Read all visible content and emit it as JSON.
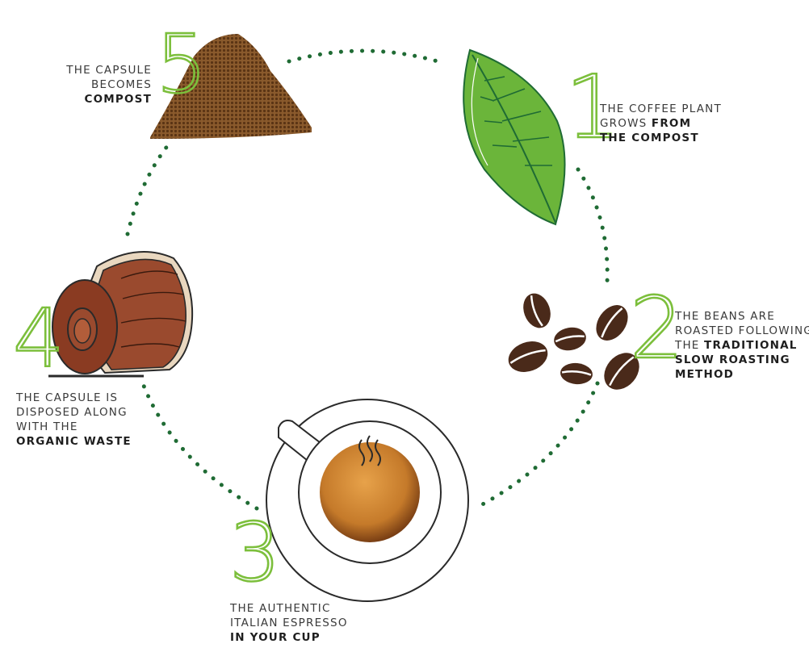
{
  "steps": [
    {
      "number": "1",
      "lines": [
        {
          "plain": "THE COFFEE PLANT",
          "bold": ""
        },
        {
          "plain": "GROWS ",
          "bold": "FROM"
        },
        {
          "plain": "",
          "bold": "THE COMPOST"
        }
      ],
      "icon": "leaf-icon"
    },
    {
      "number": "2",
      "lines": [
        {
          "plain": "THE BEANS ARE",
          "bold": ""
        },
        {
          "plain": "ROASTED FOLLOWING",
          "bold": ""
        },
        {
          "plain": "THE ",
          "bold": "TRADITIONAL"
        },
        {
          "plain": "",
          "bold": "SLOW ROASTING"
        },
        {
          "plain": "",
          "bold": "METHOD"
        }
      ],
      "icon": "coffee-beans-icon"
    },
    {
      "number": "3",
      "lines": [
        {
          "plain": "THE AUTHENTIC",
          "bold": ""
        },
        {
          "plain": "ITALIAN ESPRESSO",
          "bold": ""
        },
        {
          "plain": "",
          "bold": "IN YOUR CUP"
        }
      ],
      "icon": "espresso-cup-icon"
    },
    {
      "number": "4",
      "lines": [
        {
          "plain": "THE CAPSULE IS",
          "bold": ""
        },
        {
          "plain": "DISPOSED ALONG",
          "bold": ""
        },
        {
          "plain": "WITH THE",
          "bold": ""
        },
        {
          "plain": "",
          "bold": "ORGANIC WASTE"
        }
      ],
      "icon": "capsule-icon"
    },
    {
      "number": "5",
      "lines": [
        {
          "plain": "THE CAPSULE",
          "bold": ""
        },
        {
          "plain": "BECOMES",
          "bold": ""
        },
        {
          "plain": "",
          "bold": "COMPOST"
        }
      ],
      "icon": "compost-pile-icon"
    }
  ],
  "colors": {
    "number_outline": "#7cbf3c",
    "dotted_path": "#1f6b34",
    "leaf": "#6bb53a",
    "leaf_vein": "#1f6b34",
    "bean": "#4a2a1a",
    "capsule": "#9a4a2e",
    "compost": "#7a4a22",
    "crema": "#c9822f",
    "text": "#3a3a3a"
  }
}
